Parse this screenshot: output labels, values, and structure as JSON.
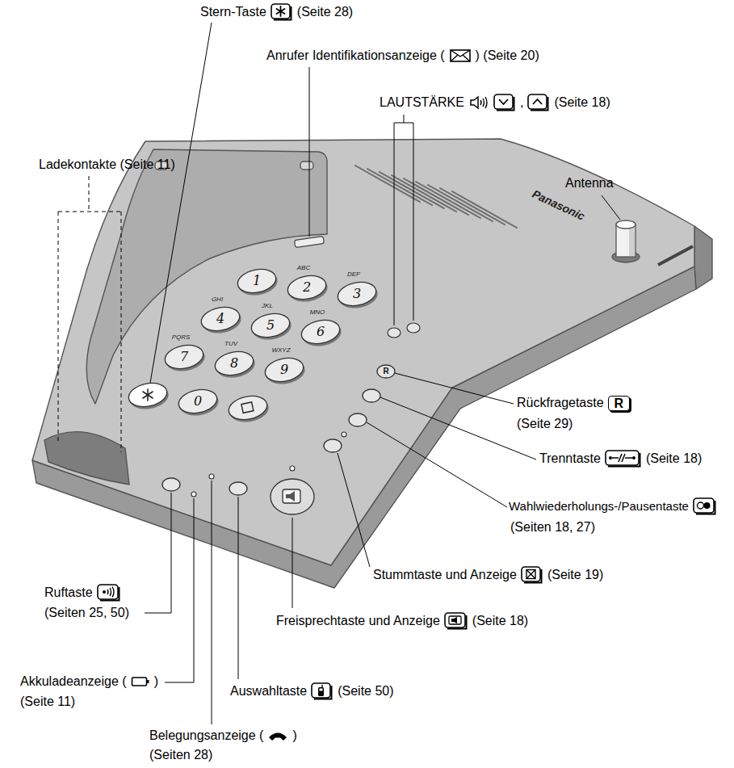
{
  "diagram": {
    "labels": [
      "Stern-Taste",
      "(Seite 28)",
      "Anrufer Identifikationsanzeige (",
      ") (Seite 20)",
      "LAUTSTÄRKE",
      ",",
      "(Seite 18)",
      "Ladekontakte (Seite 11)",
      "Antenna",
      "Panasonic",
      "Rückfragetaste",
      "R",
      "(Seite 29)",
      "Trenntaste",
      "(Seite 18)",
      "Wahlwiederholungs-/Pausentaste",
      "(Seiten 18, 27)",
      "Stummtaste und Anzeige",
      "(Seite 19)",
      "Freisprechtaste und Anzeige",
      "(Seite 18)",
      "Ruftaste",
      "(Seiten 25, 50)",
      "Akkuladeanzeige (",
      ")",
      "(Seite 11)",
      "Auswahltaste",
      "(Seite 50)",
      "Belegungsanzeige (",
      ")",
      "(Seiten 28)",
      "1",
      "ABC",
      "2",
      "DEF",
      "3",
      "GHI",
      "4",
      "JKL",
      "5",
      "MNO",
      "6",
      "PQRS",
      "7",
      "TUV",
      "8",
      "WXYZ",
      "9",
      "0",
      "R"
    ]
  }
}
